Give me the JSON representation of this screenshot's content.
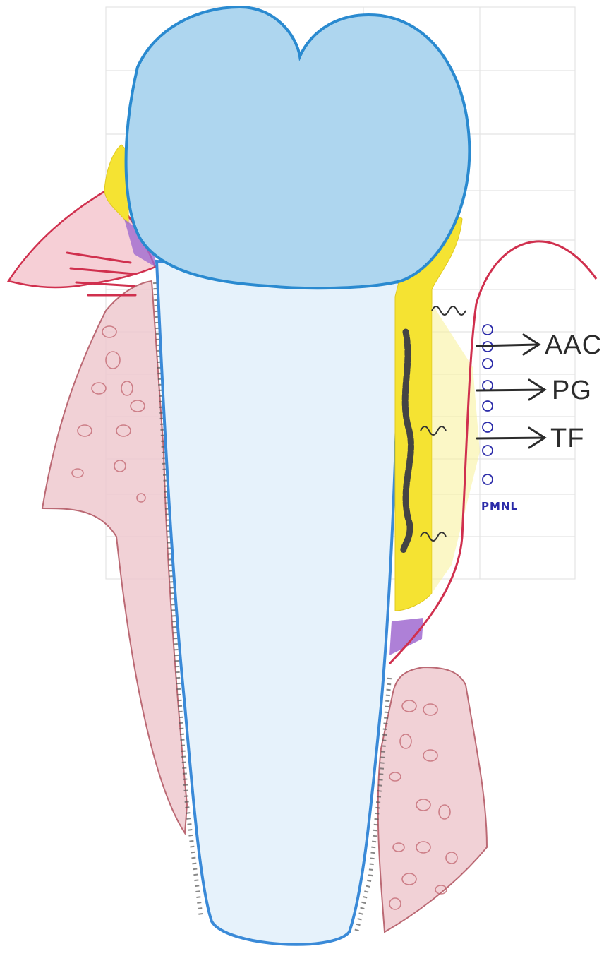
{
  "labels": {
    "aac": "AAC",
    "pg": "PG",
    "tf": "TF",
    "pmnl": "PMNL"
  },
  "colors": {
    "crown_fill": "#aed6ef",
    "crown_outline": "#2a8ad0",
    "root_outline": "#3a8ad8",
    "root_fill": "#e6f2fb",
    "bone": "#efc9cf",
    "bone_edge": "#b0505c",
    "gingiva_line": "#d0304e",
    "gingiva_fill": "#f6cfd6",
    "calculus": "#f5e332",
    "attachment": "#a06ad0",
    "biofilm": "#555555",
    "pmnl": "#2a2aa8",
    "arrow": "#2b2b2b",
    "background_table": "#cfcfcf"
  },
  "icons": {
    "pmnl_cells": "circle-cell-icon",
    "bacteria": "spiral-bacteria-icon",
    "arrows": "arrow-right-icon"
  }
}
